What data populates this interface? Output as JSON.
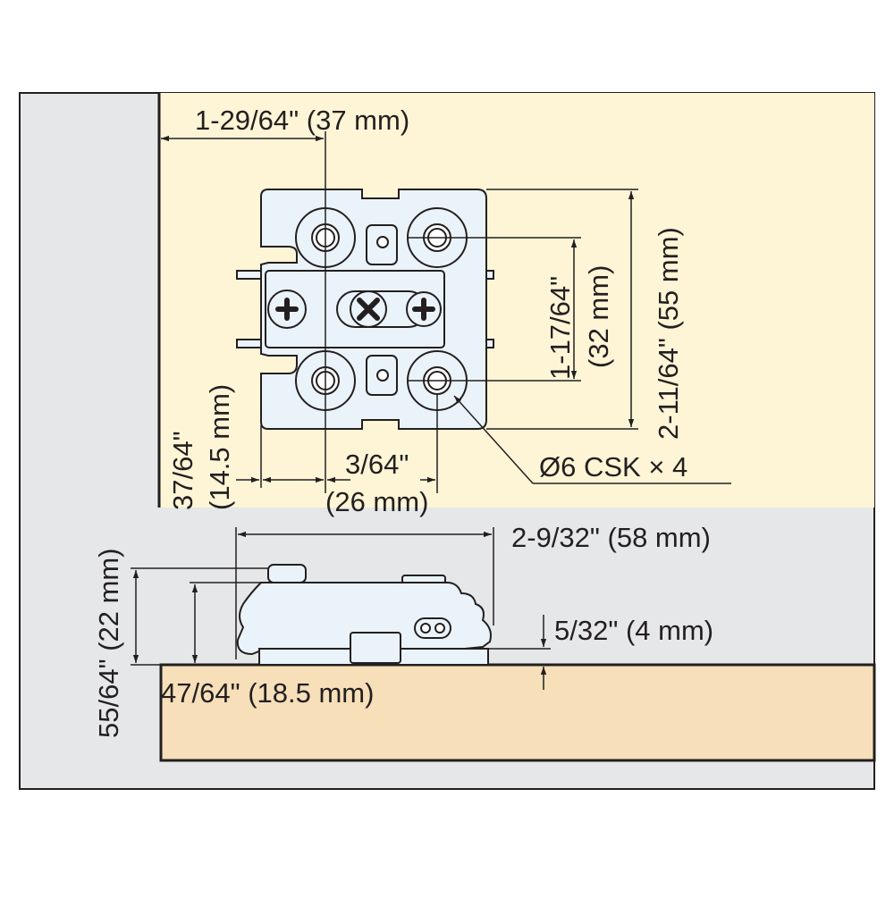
{
  "colors": {
    "outer_panel": "#e6e7e8",
    "cabinet_panel": "#fdf5d6",
    "wood_panel": "#f6dfb9",
    "hinge_fill": "#eaf3fa",
    "line": "#231f20"
  },
  "dimensions": {
    "top_width": "1-29/64\" (37 mm)",
    "right_height": "2-11/64\" (55 mm)",
    "hole_spacing_v_inch": "1-17/64\"",
    "hole_spacing_v_mm": "(32 mm)",
    "hole_spec": "Ø6 CSK × 4",
    "left_offset_inch": "37/64\"",
    "left_offset_mm": "(14.5 mm)",
    "hole_spacing_h_inch": "3/64\"",
    "hole_spacing_h_mm": "(26 mm)",
    "body_length": "2-9/32\" (58 mm)",
    "body_height": "55/64\" (22 mm)",
    "recess": "5/32\" (4 mm)",
    "mount_height": "47/64\" (18.5 mm)"
  }
}
